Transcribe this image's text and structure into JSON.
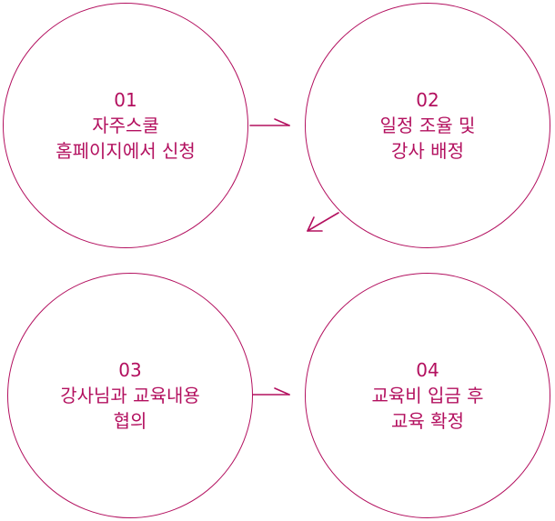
{
  "steps": [
    {
      "number": "01",
      "lines": [
        "자주스쿨",
        "홈페이지에서 신청"
      ]
    },
    {
      "number": "02",
      "lines": [
        "일정 조율 및",
        "강사 배정"
      ]
    },
    {
      "number": "03",
      "lines": [
        "강사님과 교육내용",
        "협의"
      ]
    },
    {
      "number": "04",
      "lines": [
        "교육비 입금 후",
        "교육 확정"
      ]
    }
  ],
  "colors": {
    "accent": "#b3105f",
    "background": "#ffffff"
  }
}
